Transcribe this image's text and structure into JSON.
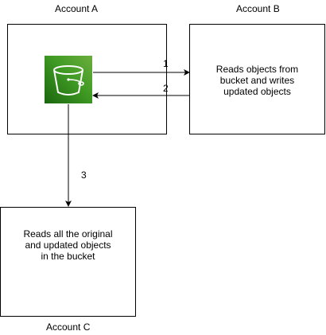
{
  "accounts": {
    "a": {
      "label": "Account A"
    },
    "b": {
      "label": "Account B",
      "text": "Reads objects from\nbucket and writes\nupdated objects"
    },
    "c": {
      "label": "Account C",
      "text": "Reads all the original\nand updated objects\nin the bucket"
    }
  },
  "steps": {
    "step1": "1",
    "step2": "2",
    "step3": "3"
  },
  "colors": {
    "bucket_dark": "#1b660f",
    "bucket_light": "#6cae3e"
  },
  "icons": {
    "bucket": "s3-bucket-icon"
  }
}
